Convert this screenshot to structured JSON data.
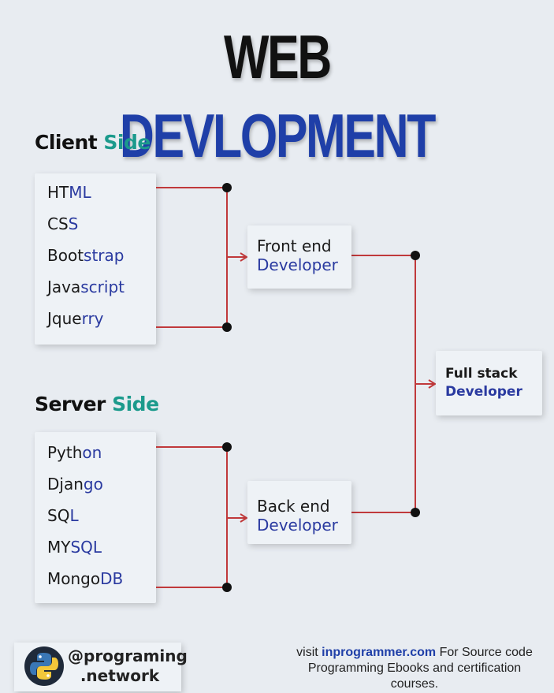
{
  "title": {
    "part1": "WEB",
    "part2": "DEVLOPMENT"
  },
  "client_side": {
    "heading_part1": "Client",
    "heading_part2": "Side",
    "items": [
      {
        "a": "HT",
        "b": "ML"
      },
      {
        "a": "CS",
        "b": "S"
      },
      {
        "a": "Boot",
        "b": "strap"
      },
      {
        "a": "Java",
        "b": "script"
      },
      {
        "a": "Jque",
        "b": "rry"
      }
    ]
  },
  "server_side": {
    "heading_part1": "Server",
    "heading_part2": "Side",
    "items": [
      {
        "a": "Pyth",
        "b": "on"
      },
      {
        "a": "Djan",
        "b": "go"
      },
      {
        "a": "SQ",
        "b": "L"
      },
      {
        "a": "MY",
        "b": "SQL"
      },
      {
        "a": "Mongo",
        "b": "DB"
      }
    ]
  },
  "front_end": {
    "line1": "Front end",
    "line2": "Developer"
  },
  "back_end": {
    "line1": "Back end",
    "line2": "Developer"
  },
  "full_stack": {
    "line1": "Full stack",
    "line2": "Developer"
  },
  "footer": {
    "handle_line1": "@programing",
    "handle_line2": ".network",
    "visit_prefix": "visit",
    "site": "inprogrammer.com",
    "visit_suffix": "For Source code Programming Ebooks and certification courses."
  },
  "colors": {
    "title_blue": "#1f3fa8",
    "side_accent": "#1b9a8c",
    "connector_red": "#c0393b",
    "dot": "#111111"
  },
  "icons": {
    "logo": "python-logo-icon"
  }
}
